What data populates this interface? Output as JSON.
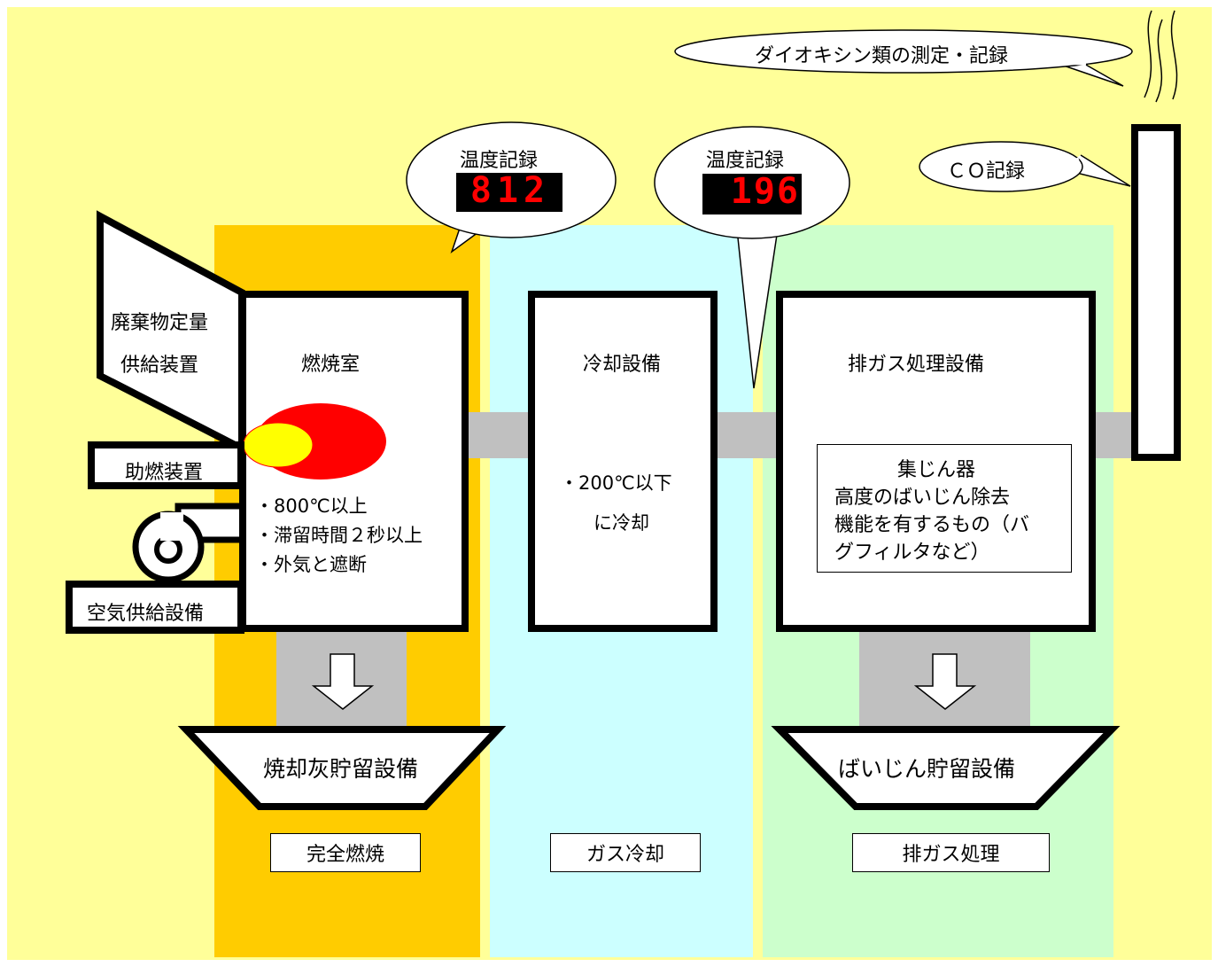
{
  "callouts": {
    "dioxin": "ダイオキシン類の測定・記録",
    "co": "ＣＯ記録",
    "temp1_label": "温度記録",
    "temp1_value": "812",
    "temp2_label": "温度記録",
    "temp2_value": "196"
  },
  "equipment": {
    "feeder_line1": "廃棄物定量",
    "feeder_line2": "供給装置",
    "burner_aux": "助燃装置",
    "air_supply": "空気供給設備",
    "combustion_chamber": "燃焼室",
    "cooling": "冷却設備",
    "exhaust_treatment": "排ガス処理設備",
    "ash_storage": "焼却灰貯留設備",
    "dust_storage": "ばいじん貯留設備"
  },
  "conditions": {
    "combustion": [
      "・800℃以上",
      "・滞留時間２秒以上",
      "・外気と遮断"
    ],
    "cooling": [
      "・200℃以下",
      "に冷却"
    ],
    "collector": [
      "集じん器",
      "高度のばいじん除去",
      "機能を有するもの（バ",
      "グフィルタなど）"
    ]
  },
  "zones": {
    "combustion": "完全燃焼",
    "cooling": "ガス冷却",
    "exhaust": "排ガス処理"
  },
  "colors": {
    "background": "#ffff99",
    "zone_combustion": "#ffcc00",
    "zone_cooling": "#ccffff",
    "zone_exhaust": "#ccffcc",
    "duct": "#c0c0c0",
    "flame_outer": "#ff0000",
    "flame_inner": "#ffff00",
    "display_bg": "#000000",
    "display_digits": "#ff0000"
  }
}
